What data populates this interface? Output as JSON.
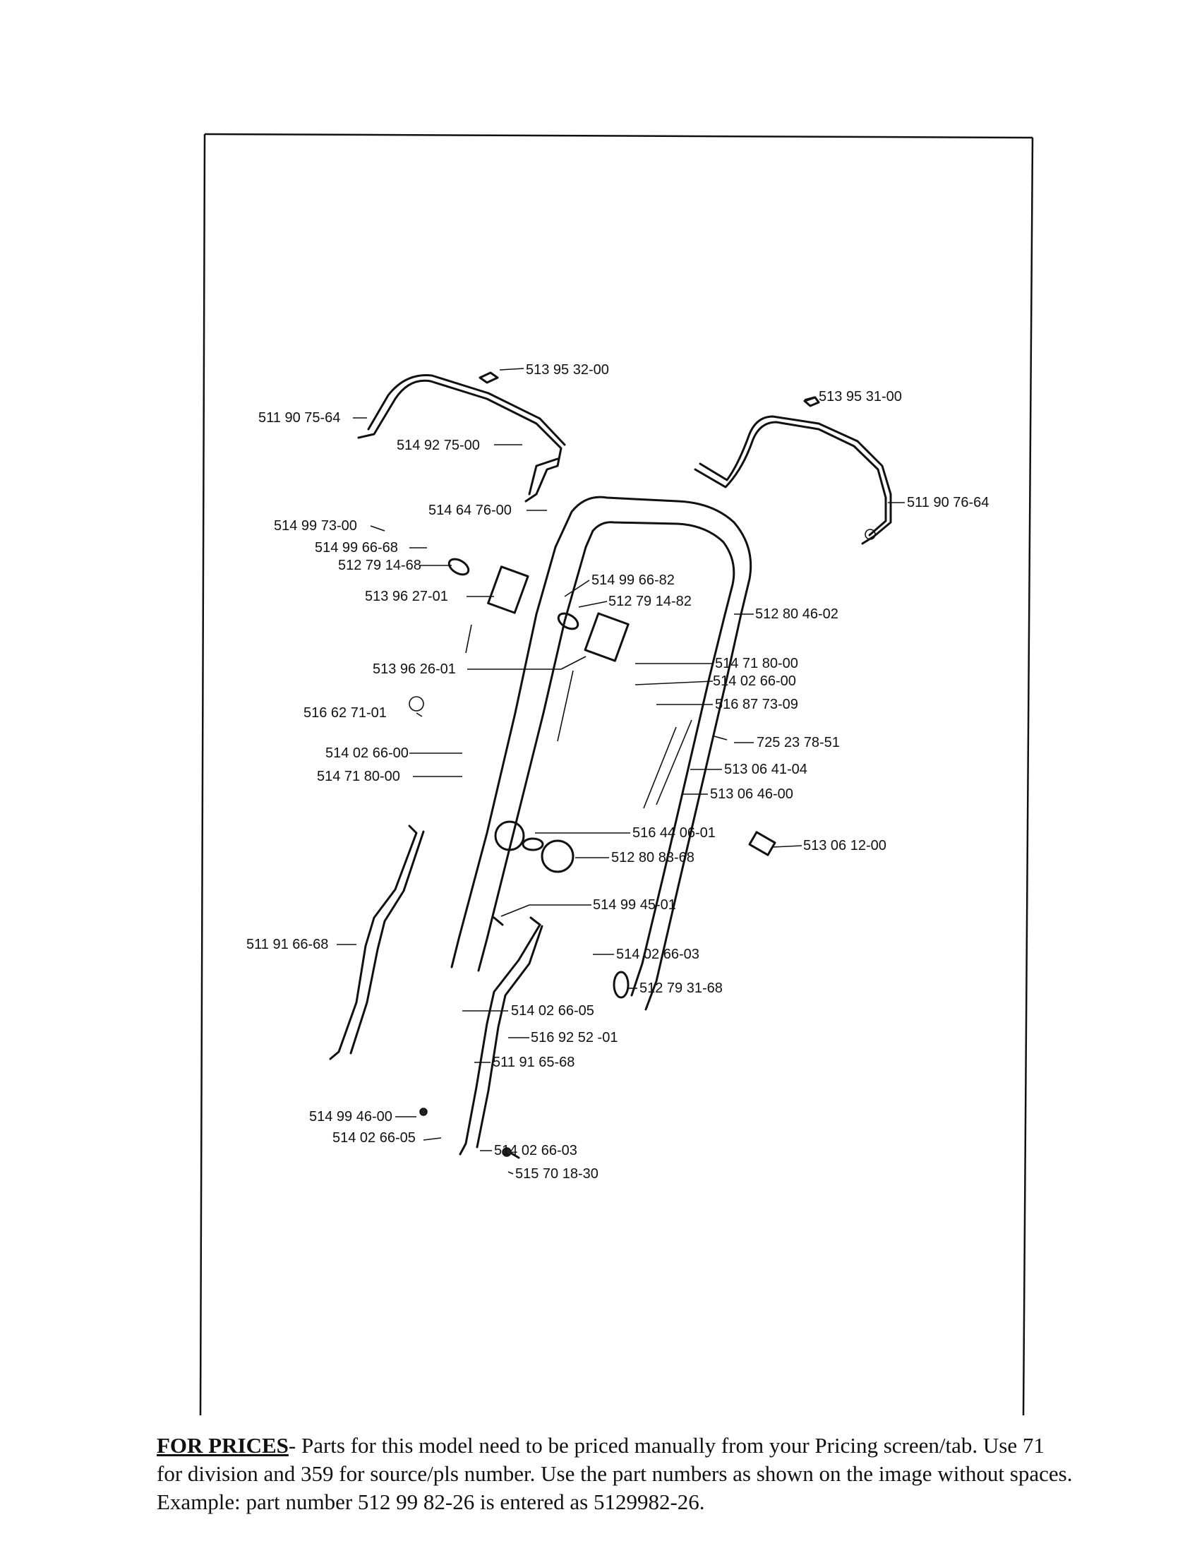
{
  "labels": [
    {
      "id": "513-95-32-00-top",
      "text": "513 95 32-00"
    },
    {
      "id": "513-95-31-00",
      "text": "513 95 31-00"
    },
    {
      "id": "511-90-75-64",
      "text": "511 90 75-64"
    },
    {
      "id": "514-92-75-00",
      "text": "514 92 75-00"
    },
    {
      "id": "514-64-76-00",
      "text": "514 64 76-00"
    },
    {
      "id": "511-90-76-64",
      "text": "511 90 76-64"
    },
    {
      "id": "514-99-73-00",
      "text": "514 99 73-00"
    },
    {
      "id": "514-99-66-68",
      "text": "514 99 66-68"
    },
    {
      "id": "512-79-14-68",
      "text": "512 79 14-68"
    },
    {
      "id": "513-96-27-01",
      "text": "513 96 27-01"
    },
    {
      "id": "514-99-66-82",
      "text": "514 99 66-82"
    },
    {
      "id": "512-79-14-82",
      "text": "512 79 14-82"
    },
    {
      "id": "512-80-46-02",
      "text": "512 80 46-02"
    },
    {
      "id": "513-96-26-01",
      "text": "513 96 26-01"
    },
    {
      "id": "514-71-80-00-right",
      "text": "514 71 80-00"
    },
    {
      "id": "514-02-66-00-right",
      "text": "514 02 66-00"
    },
    {
      "id": "516-87-73-09",
      "text": "516 87 73-09"
    },
    {
      "id": "516-62-71-01",
      "text": "516 62 71-01"
    },
    {
      "id": "725-23-78-51",
      "text": "725 23 78-51"
    },
    {
      "id": "514-02-66-00-left",
      "text": "514 02 66-00"
    },
    {
      "id": "513-06-41-04",
      "text": "513 06 41-04"
    },
    {
      "id": "514-71-80-00-left",
      "text": "514 71 80-00"
    },
    {
      "id": "513-06-46-00",
      "text": "513 06 46-00"
    },
    {
      "id": "516-44-06-01",
      "text": "516 44 06-01"
    },
    {
      "id": "513-06-12-00",
      "text": "513 06 12-00"
    },
    {
      "id": "512-80-83-68",
      "text": "512 80 83-68"
    },
    {
      "id": "514-99-45-01",
      "text": "514 99 45-01"
    },
    {
      "id": "511-91-66-68",
      "text": "511 91 66-68"
    },
    {
      "id": "514-02-66-03-a",
      "text": "514 02 66-03"
    },
    {
      "id": "512-79-31-68",
      "text": "512 79 31-68"
    },
    {
      "id": "514-02-66-05-a",
      "text": "514 02 66-05"
    },
    {
      "id": "516-92-52-01",
      "text": "516 92 52 -01"
    },
    {
      "id": "511-91-65-68",
      "text": "511 91 65-68"
    },
    {
      "id": "514-99-46-00",
      "text": "514 99 46-00"
    },
    {
      "id": "514-02-66-05-b",
      "text": "514 02 66-05"
    },
    {
      "id": "514-02-66-03-b",
      "text": "514 02 66-03"
    },
    {
      "id": "515-70-18-30",
      "text": "515 70 18-30"
    }
  ],
  "footer": {
    "lead": "FOR PRICES",
    "text": "- Parts for this model need to be priced manually from your Pricing screen/tab. Use 71 for division and 359 for source/pls number.   Use the part numbers as shown on the image without spaces.  Example: part number 512 99 82-26 is entered as 5129982-26."
  }
}
